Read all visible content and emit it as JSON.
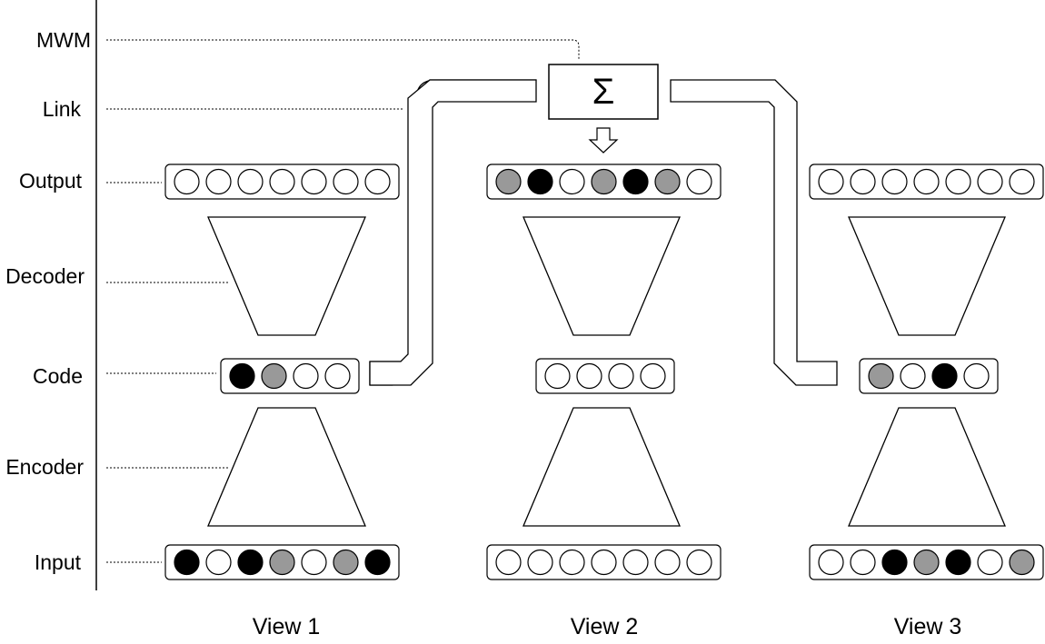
{
  "rows": [
    {
      "id": "mwm",
      "label": "MWM"
    },
    {
      "id": "link",
      "label": "Link"
    },
    {
      "id": "output",
      "label": "Output"
    },
    {
      "id": "decoder",
      "label": "Decoder"
    },
    {
      "id": "code",
      "label": "Code"
    },
    {
      "id": "encoder",
      "label": "Encoder"
    },
    {
      "id": "input",
      "label": "Input"
    }
  ],
  "views": [
    {
      "label": "View 1",
      "output": [
        "white",
        "white",
        "white",
        "white",
        "white",
        "white",
        "white"
      ],
      "code": [
        "black",
        "gray",
        "white",
        "white"
      ],
      "input": [
        "black",
        "white",
        "black",
        "gray",
        "white",
        "gray",
        "black"
      ]
    },
    {
      "label": "View 2",
      "output": [
        "gray",
        "black",
        "white",
        "gray",
        "black",
        "gray",
        "white"
      ],
      "code": [
        "white",
        "white",
        "white",
        "white"
      ],
      "input": [
        "white",
        "white",
        "white",
        "white",
        "white",
        "white",
        "white"
      ]
    },
    {
      "label": "View 3",
      "output": [
        "white",
        "white",
        "white",
        "white",
        "white",
        "white",
        "white"
      ],
      "code": [
        "gray",
        "white",
        "black",
        "white"
      ],
      "input": [
        "white",
        "white",
        "black",
        "gray",
        "black",
        "white",
        "gray"
      ]
    }
  ],
  "sum_symbol": "Σ",
  "colors": {
    "black": "#000000",
    "gray": "#999999",
    "white": "#ffffff"
  }
}
